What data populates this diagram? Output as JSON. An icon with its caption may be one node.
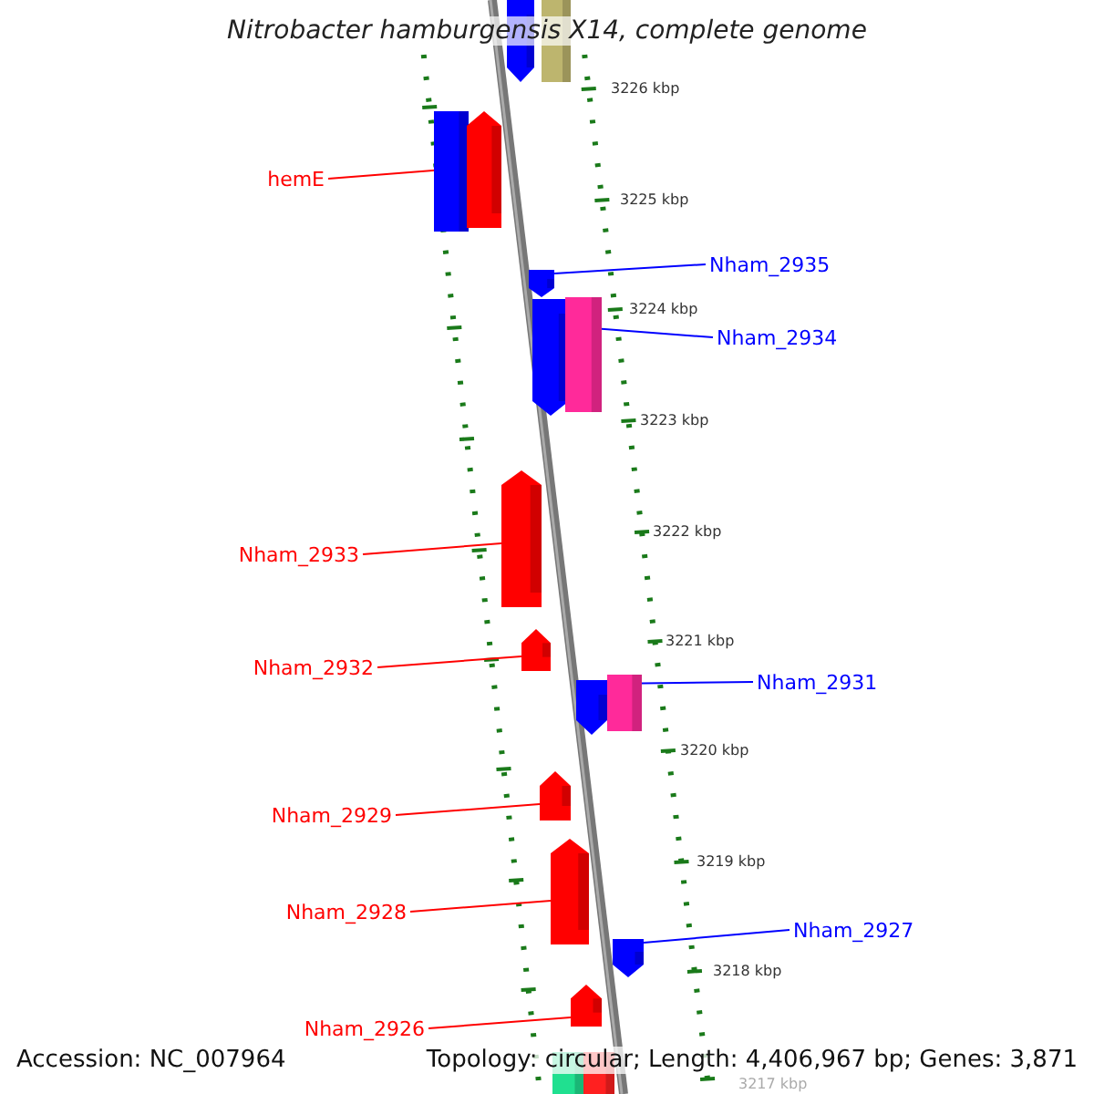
{
  "diagram": {
    "title": "Nitrobacter hamburgensis X14, complete genome",
    "nodes": [
      {
        "text": [],
        "shape": "arrow"
      },
      {
        "text": [],
        "shape": "bar"
      },
      {
        "text": [],
        "shape": "bar"
      },
      {
        "text": [],
        "shape": "arrow"
      },
      {
        "text": [],
        "shape": "arrow"
      },
      {
        "text": [],
        "shape": "arrow"
      },
      {
        "text": [],
        "shape": "bar"
      },
      {
        "text": [],
        "shape": "arrow"
      },
      {
        "text": [],
        "shape": "arrow"
      },
      {
        "text": [],
        "shape": "arrow"
      },
      {
        "text": [],
        "shape": "bar"
      },
      {
        "text": [],
        "shape": "arrow"
      },
      {
        "text": [],
        "shape": "arrow"
      },
      {
        "text": [],
        "shape": "arrow"
      },
      {
        "text": [],
        "shape": "arrow"
      },
      {
        "text": [],
        "shape": "bar"
      },
      {
        "text": [],
        "shape": "bar"
      },
      {
        "text": [
          "hemE"
        ]
      },
      {
        "text": [
          "Nham_2935"
        ]
      },
      {
        "text": [
          "Nham_2934"
        ]
      },
      {
        "text": [
          "Nham_2933"
        ]
      },
      {
        "text": [
          "Nham_2932"
        ]
      },
      {
        "text": [
          "Nham_2931"
        ]
      },
      {
        "text": [
          "Nham_2929"
        ]
      },
      {
        "text": [
          "Nham_2928"
        ]
      },
      {
        "text": [
          "Nham_2927"
        ]
      },
      {
        "text": [
          "Nham_2926"
        ]
      }
    ],
    "edges": [
      {
        "from": 17,
        "to": 3,
        "arrow": "none"
      },
      {
        "from": 18,
        "to": 4,
        "arrow": "none",
        "color": "#0000ff"
      },
      {
        "from": 19,
        "to": 5,
        "arrow": "none",
        "color": "#0000ff"
      },
      {
        "from": 20,
        "to": 7,
        "arrow": "none"
      },
      {
        "from": 21,
        "to": 8,
        "arrow": "none"
      },
      {
        "from": 22,
        "to": 9,
        "arrow": "none",
        "color": "#0000ff"
      },
      {
        "from": 23,
        "to": 11,
        "arrow": "none"
      },
      {
        "from": 24,
        "to": 12,
        "arrow": "none"
      },
      {
        "from": 25,
        "to": 13,
        "arrow": "none",
        "color": "#0000ff"
      },
      {
        "from": 26,
        "to": 14,
        "arrow": "none"
      }
    ],
    "labels": [
      "3226 kbp",
      "3225 kbp",
      "3224 kbp",
      "3223 kbp",
      "3222 kbp",
      "3221 kbp",
      "3220 kbp",
      "3219 kbp",
      "3218 kbp",
      "3217 kbp",
      "Accession: NC_007964",
      "Topology: circular; Length: 4,406,967 bp; Genes: 3,871"
    ]
  }
}
